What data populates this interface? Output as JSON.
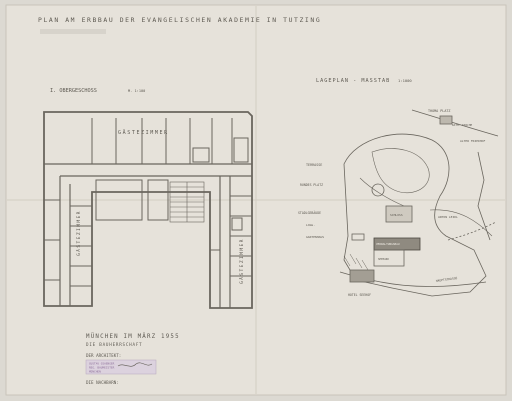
{
  "drawing": {
    "title": "PLAN AM ERBBAU DER EVANGELISCHEN AKADEMIE IN TUTZING",
    "floor_plan": {
      "heading": "I. OBERGESCHOSS",
      "scale": "M. 1:100",
      "room_label_top": "GÄSTEZIMMER",
      "room_label_left": "GÄSTEZIMMER",
      "room_label_right": "GÄSTEZIMMER"
    },
    "site_plan": {
      "heading": "LAGEPLAN - MASSTAB",
      "scale": "1:1000",
      "labels": {
        "thoma_platz": "THOMA PLATZ",
        "kapelle": "KATH. KIRCHE",
        "alter_friedhof": "ALTER FRIEDHOF",
        "terrasse": "TERRASSE",
        "rundes_platz": "RUNDES PLATZ",
        "schloss": "SCHLOSS",
        "anton_leidl": "ANTON LEIDL",
        "stadl": "STADLGEBÄUDE",
        "loggia": "LOGG.",
        "gartenhaus": "GARTENHAUS",
        "verwaltung": "VERWALTUNGSBAU",
        "seepark": "SEEPARK",
        "hotel": "HOTEL SEEHOF",
        "strasse": "HAUPTSTRASSE"
      }
    },
    "signature": {
      "city_date": "MÜNCHEN IM MÄRZ 1955",
      "client": "DIE BAUHERRSCHAFT",
      "architect_label": "DER ARCHITEKT:",
      "neighbour": "DIE NACHBARN:"
    },
    "stamp_lines": [
      "GUSTAV GSAENGER",
      "REG. BAUMEISTER",
      "MÜNCHEN"
    ],
    "corner_note_left": "",
    "corner_note_right": ""
  }
}
